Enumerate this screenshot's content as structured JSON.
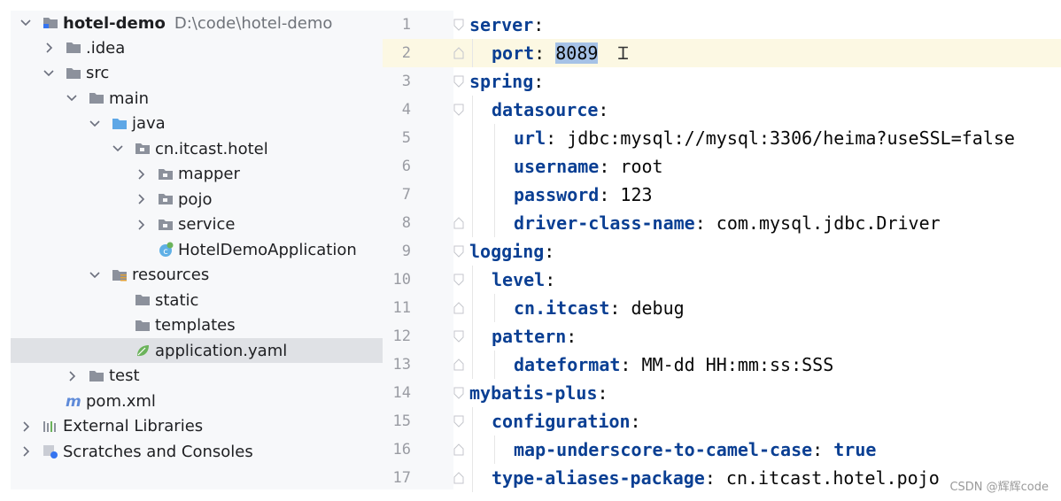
{
  "project_tree": {
    "root": {
      "name": "hotel-demo",
      "path": "D:\\code\\hotel-demo"
    },
    "items": [
      {
        "label": ".idea",
        "level": 1,
        "expand": "collapsed",
        "icon": "folder-icon"
      },
      {
        "label": "src",
        "level": 1,
        "expand": "expanded",
        "icon": "folder-icon"
      },
      {
        "label": "main",
        "level": 2,
        "expand": "expanded",
        "icon": "folder-icon"
      },
      {
        "label": "java",
        "level": 3,
        "expand": "expanded",
        "icon": "source-folder-icon"
      },
      {
        "label": "cn.itcast.hotel",
        "level": 4,
        "expand": "expanded",
        "icon": "package-icon"
      },
      {
        "label": "mapper",
        "level": 5,
        "expand": "collapsed",
        "icon": "package-icon"
      },
      {
        "label": "pojo",
        "level": 5,
        "expand": "collapsed",
        "icon": "package-icon"
      },
      {
        "label": "service",
        "level": 5,
        "expand": "collapsed",
        "icon": "package-icon"
      },
      {
        "label": "HotelDemoApplication",
        "level": 5,
        "expand": "none",
        "icon": "spring-class-icon"
      },
      {
        "label": "resources",
        "level": 3,
        "expand": "expanded",
        "icon": "resources-folder-icon"
      },
      {
        "label": "static",
        "level": 4,
        "expand": "none",
        "icon": "folder-icon"
      },
      {
        "label": "templates",
        "level": 4,
        "expand": "none",
        "icon": "folder-icon"
      },
      {
        "label": "application.yaml",
        "level": 4,
        "expand": "none",
        "icon": "spring-yaml-icon",
        "selected": true
      },
      {
        "label": "test",
        "level": 2,
        "expand": "collapsed",
        "icon": "folder-icon"
      },
      {
        "label": "pom.xml",
        "level": 1,
        "expand": "none",
        "icon": "maven-icon"
      },
      {
        "label": "External Libraries",
        "level": 0,
        "expand": "collapsed",
        "icon": "libraries-icon"
      },
      {
        "label": "Scratches and Consoles",
        "level": 0,
        "expand": "collapsed",
        "icon": "scratches-icon"
      }
    ]
  },
  "editor": {
    "file": "application.yaml",
    "caret_line": 2,
    "lines": [
      {
        "n": "1",
        "indent": 0,
        "key": "server",
        "sep": ":",
        "value": ""
      },
      {
        "n": "2",
        "indent": 1,
        "key": "port",
        "sep": ": ",
        "value": "8089",
        "selected_value": true
      },
      {
        "n": "3",
        "indent": 0,
        "key": "spring",
        "sep": ":",
        "value": ""
      },
      {
        "n": "4",
        "indent": 1,
        "key": "datasource",
        "sep": ":",
        "value": ""
      },
      {
        "n": "5",
        "indent": 2,
        "key": "url",
        "sep": ": ",
        "value": "jdbc:mysql://mysql:3306/heima?useSSL=false"
      },
      {
        "n": "6",
        "indent": 2,
        "key": "username",
        "sep": ": ",
        "value": "root"
      },
      {
        "n": "7",
        "indent": 2,
        "key": "password",
        "sep": ": ",
        "value": "123"
      },
      {
        "n": "8",
        "indent": 2,
        "key": "driver-class-name",
        "sep": ": ",
        "value": "com.mysql.jdbc.Driver"
      },
      {
        "n": "9",
        "indent": 0,
        "key": "logging",
        "sep": ":",
        "value": ""
      },
      {
        "n": "10",
        "indent": 1,
        "key": "level",
        "sep": ":",
        "value": ""
      },
      {
        "n": "11",
        "indent": 2,
        "key": "cn.itcast",
        "sep": ": ",
        "value": "debug"
      },
      {
        "n": "12",
        "indent": 1,
        "key": "pattern",
        "sep": ":",
        "value": ""
      },
      {
        "n": "13",
        "indent": 2,
        "key": "dateformat",
        "sep": ": ",
        "value": "MM-dd HH:mm:ss:SSS"
      },
      {
        "n": "14",
        "indent": 0,
        "key": "mybatis-plus",
        "sep": ":",
        "value": ""
      },
      {
        "n": "15",
        "indent": 1,
        "key": "configuration",
        "sep": ":",
        "value": ""
      },
      {
        "n": "16",
        "indent": 2,
        "key": "map-underscore-to-camel-case",
        "sep": ": ",
        "value": "true",
        "value_keyword": true
      },
      {
        "n": "17",
        "indent": 1,
        "key": "type-aliases-package",
        "sep": ": ",
        "value": "cn.itcast.hotel.pojo"
      }
    ]
  },
  "watermark": "CSDN @辉辉code",
  "colors": {
    "sidebar_bg": "#f7f8fa",
    "selected_row": "#dfe1e5",
    "yaml_key": "#0a3f93",
    "selection": "#a6c2e6",
    "caret_line": "#fcf8e3"
  }
}
